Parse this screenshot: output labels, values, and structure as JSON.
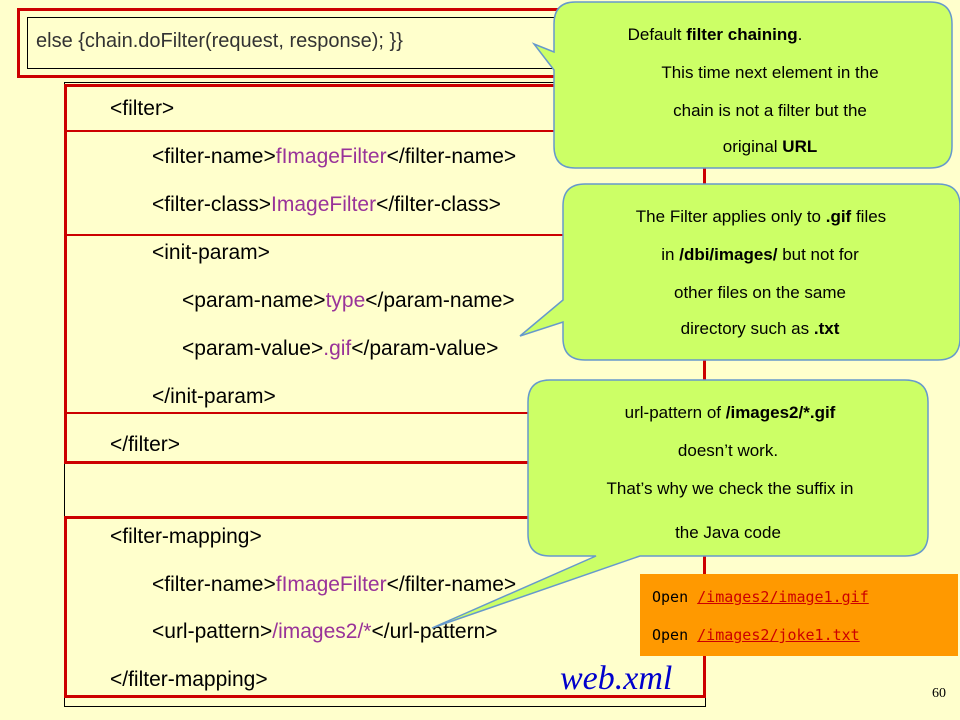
{
  "top": {
    "text": "else {chain.doFilter(request, response); }}"
  },
  "code": {
    "filter_open": "<filter>",
    "fname_open": "<filter-name>",
    "fname_val": "fImageFilter",
    "fname_close": "</filter-name>",
    "fclass_open": "<filter-class>",
    "fclass_val": "ImageFilter",
    "fclass_close": "</filter-class>",
    "init_open": "<init-param>",
    "pname_open": "<param-name>",
    "pname_val": "type",
    "pname_close": "</param-name>",
    "pval_open": "<param-value>",
    "pval_val": ".gif",
    "pval_close": "</param-value>",
    "init_close": "</init-param>",
    "filter_close": "</filter>",
    "fmap_open": "<filter-mapping>",
    "fmap_name_open": "<filter-name>",
    "fmap_name_val": "fImageFilter",
    "fmap_name_close": "</filter-name>",
    "url_open": "<url-pattern>",
    "url_val": "/images2/*",
    "url_close": "</url-pattern>",
    "fmap_close": "</filter-mapping>"
  },
  "callouts": {
    "c1": {
      "l1a": "Default ",
      "l1b": "filter chaining",
      "l1c": ".",
      "l2": "This time next element in the",
      "l3": "chain is not a filter but the",
      "l4a": "original ",
      "l4b": "URL"
    },
    "c2": {
      "l1a": "The Filter applies only to ",
      "l1b": ".gif",
      "l1c": " files",
      "l2a": "in ",
      "l2b": "/dbi/images/",
      "l2c": " but not for",
      "l3": "other files on the same",
      "l4a": "directory such as ",
      "l4b": ".txt"
    },
    "c3": {
      "l1a": "url-pattern of ",
      "l1b": "/images2/*.gif",
      "l2": "doesn’t work.",
      "l3": "That’s why we check the suffix in",
      "l4": "the Java code"
    }
  },
  "links": {
    "open_label": "Open",
    "link1": "/images2/image1.gif",
    "link2": "/images2/joke1.txt"
  },
  "footer": {
    "webxml": "web.xml",
    "page": "60"
  },
  "colors": {
    "background": "#ffffcc",
    "border": "#cc0000",
    "callout": "#ccff66",
    "highlight": "#993399",
    "link_box": "#ff9900"
  }
}
